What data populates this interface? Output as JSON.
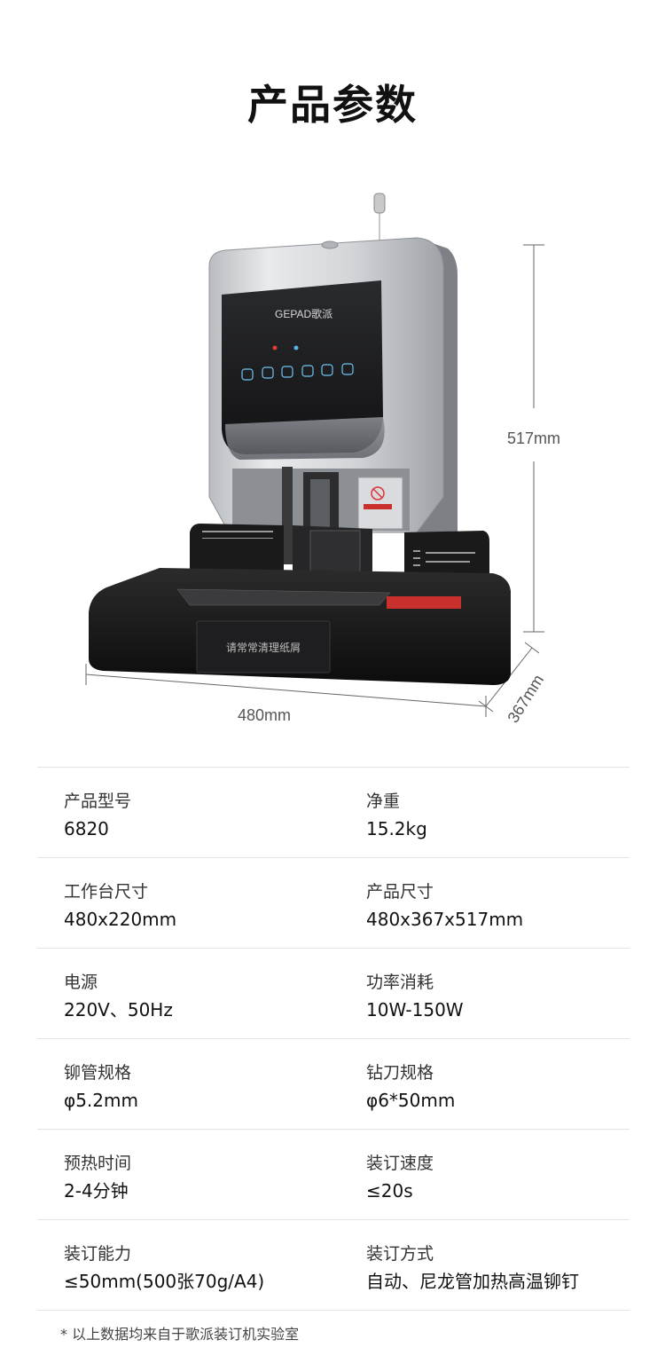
{
  "page_title": "产品参数",
  "product": {
    "brand_mark": "GEPAD歌派",
    "base_label": "请常常清理纸屑",
    "dimensions": {
      "height": "517mm",
      "width": "480mm",
      "depth": "367mm"
    }
  },
  "specs": [
    {
      "left": {
        "label": "产品型号",
        "value": "6820"
      },
      "right": {
        "label": "净重",
        "value": "15.2kg"
      }
    },
    {
      "left": {
        "label": "工作台尺寸",
        "value": "480x220mm"
      },
      "right": {
        "label": "产品尺寸",
        "value": "480x367x517mm"
      }
    },
    {
      "left": {
        "label": "电源",
        "value": "220V、50Hz"
      },
      "right": {
        "label": "功率消耗",
        "value": "10W-150W"
      }
    },
    {
      "left": {
        "label": "铆管规格",
        "value": "φ5.2mm"
      },
      "right": {
        "label": "钻刀规格",
        "value": "φ6*50mm"
      }
    },
    {
      "left": {
        "label": "预热时间",
        "value": "2-4分钟"
      },
      "right": {
        "label": "装订速度",
        "value": "≤20s"
      }
    },
    {
      "left": {
        "label": "装订能力",
        "value": "≤50mm(500张70g/A4)"
      },
      "right": {
        "label": "装订方式",
        "value": "自动、尼龙管加热高温铆钉"
      }
    }
  ],
  "footnote": "* 以上数据均来自于歌派装订机实验室",
  "colors": {
    "machine_silver": "#c9cccf",
    "panel_black": "#1c1c1e",
    "base_black": "#151515",
    "divider": "#e4e4e4"
  }
}
